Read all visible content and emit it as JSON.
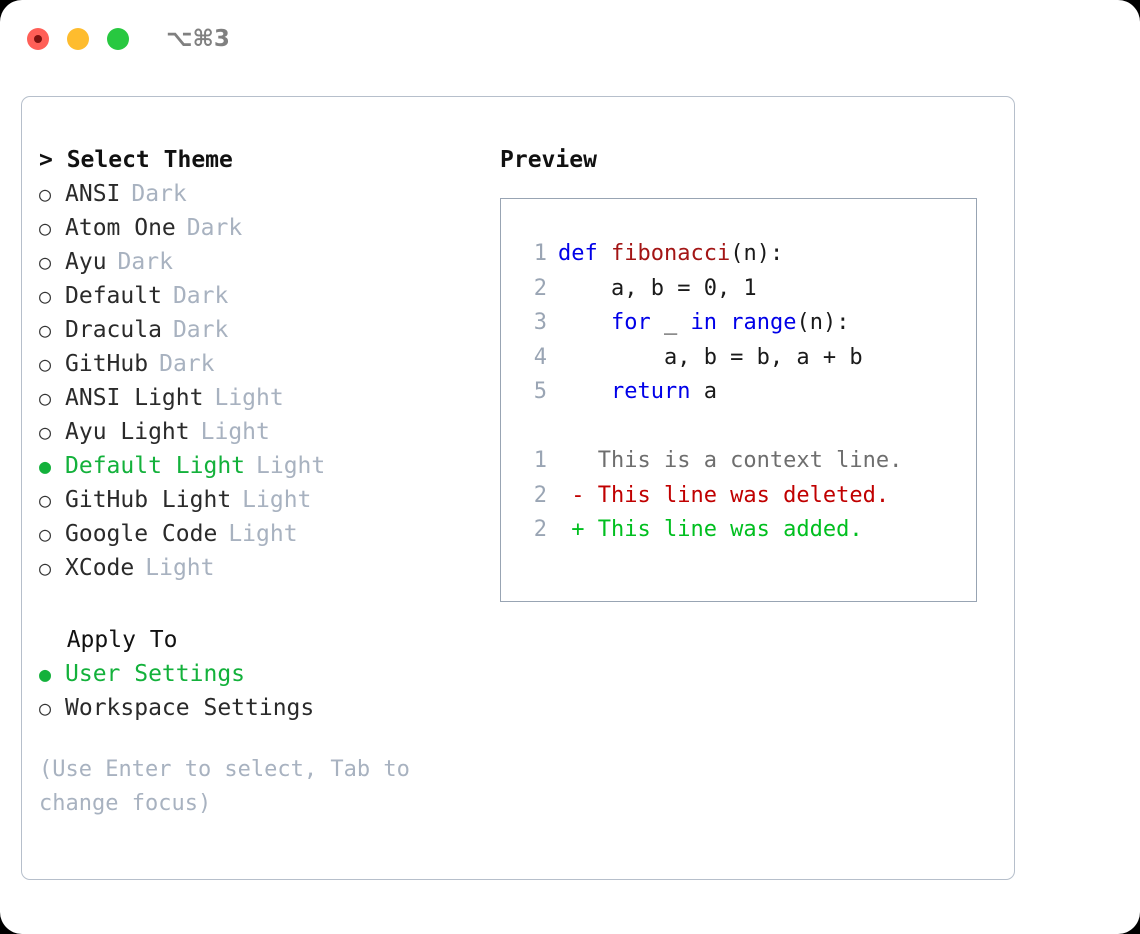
{
  "titlebar": {
    "shortcut": "⌥⌘3",
    "lights": [
      {
        "name": "close",
        "color": "#ff5f57"
      },
      {
        "name": "minimize",
        "color": "#febc2e"
      },
      {
        "name": "maximize",
        "color": "#28c840"
      }
    ]
  },
  "theme_section": {
    "header": "> Select Theme",
    "focused": true,
    "options": [
      {
        "bullet": "○",
        "label": "ANSI",
        "category": "Dark",
        "selected": false
      },
      {
        "bullet": "○",
        "label": "Atom One",
        "category": "Dark",
        "selected": false
      },
      {
        "bullet": "○",
        "label": "Ayu",
        "category": "Dark",
        "selected": false
      },
      {
        "bullet": "○",
        "label": "Default",
        "category": "Dark",
        "selected": false
      },
      {
        "bullet": "○",
        "label": "Dracula",
        "category": "Dark",
        "selected": false
      },
      {
        "bullet": "○",
        "label": "GitHub",
        "category": "Dark",
        "selected": false
      },
      {
        "bullet": "○",
        "label": "ANSI Light",
        "category": "Light",
        "selected": false
      },
      {
        "bullet": "○",
        "label": "Ayu Light",
        "category": "Light",
        "selected": false
      },
      {
        "bullet": "●",
        "label": "Default Light",
        "category": "Light",
        "selected": true
      },
      {
        "bullet": "○",
        "label": "GitHub Light",
        "category": "Light",
        "selected": false
      },
      {
        "bullet": "○",
        "label": "Google Code",
        "category": "Light",
        "selected": false
      },
      {
        "bullet": "○",
        "label": "XCode",
        "category": "Light",
        "selected": false
      }
    ]
  },
  "apply_section": {
    "header": "  Apply To",
    "focused": false,
    "options": [
      {
        "bullet": "●",
        "label": "User Settings",
        "selected": true
      },
      {
        "bullet": "○",
        "label": "Workspace Settings",
        "selected": false
      }
    ]
  },
  "hint": "(Use Enter to select, Tab to change focus)",
  "preview": {
    "header": "Preview",
    "code_lines": [
      {
        "no": "1",
        "tokens": [
          {
            "t": "def ",
            "c": "kw"
          },
          {
            "t": "fibonacci",
            "c": "fn"
          },
          {
            "t": "(n):",
            "c": "plain"
          }
        ]
      },
      {
        "no": "2",
        "tokens": [
          {
            "t": "    a, b = 0, 1",
            "c": "plain"
          }
        ]
      },
      {
        "no": "3",
        "tokens": [
          {
            "t": "    ",
            "c": "plain"
          },
          {
            "t": "for",
            "c": "kw"
          },
          {
            "t": " _ ",
            "c": "plain"
          },
          {
            "t": "in",
            "c": "kw"
          },
          {
            "t": " ",
            "c": "plain"
          },
          {
            "t": "range",
            "c": "kw"
          },
          {
            "t": "(n):",
            "c": "plain"
          }
        ]
      },
      {
        "no": "4",
        "tokens": [
          {
            "t": "        a, b = b, a + b",
            "c": "plain"
          }
        ]
      },
      {
        "no": "5",
        "tokens": [
          {
            "t": "    ",
            "c": "plain"
          },
          {
            "t": "return",
            "c": "kw"
          },
          {
            "t": " a",
            "c": "plain"
          }
        ]
      }
    ],
    "diff_lines": [
      {
        "no": "1",
        "tokens": [
          {
            "t": "   This is a context line.",
            "c": "ctx"
          }
        ]
      },
      {
        "no": "2",
        "tokens": [
          {
            "t": " - This line was deleted.",
            "c": "del"
          }
        ]
      },
      {
        "no": "2",
        "tokens": [
          {
            "t": " + This line was added.",
            "c": "add"
          }
        ]
      }
    ]
  },
  "colors": {
    "accent_green": "#13b13b",
    "keyword_blue": "#0000e8",
    "function_red": "#a31515",
    "diff_deleted": "#c00000",
    "diff_added": "#00bf1f",
    "muted": "#a8b2c0",
    "border": "#98a4b3"
  }
}
